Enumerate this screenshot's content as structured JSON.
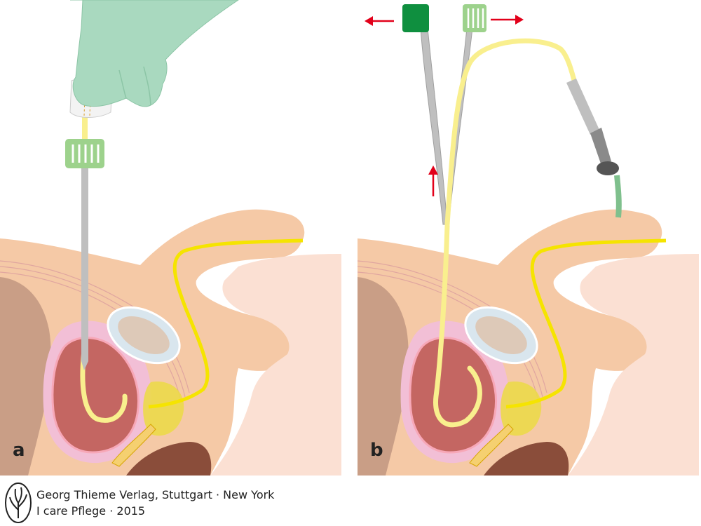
{
  "panels": [
    {
      "id": "a",
      "label": "a"
    },
    {
      "id": "b",
      "label": "b"
    }
  ],
  "footer": {
    "publisher_line": "Georg Thieme Verlag, Stuttgart · New York",
    "edition_line": "I care Pflege · 2015",
    "logo_icon": "thieme-tree-logo-icon"
  },
  "colors": {
    "skin": "#f5c9a6",
    "skin_light": "#fbe0d3",
    "bone": "#c99e86",
    "bladder_wall": "#f2bfd6",
    "bladder_lumen": "#c46662",
    "prostate": "#ecd94a",
    "catheter": "#f9ef8e",
    "cannula_gray": "#bfbfbf",
    "glove": "#a9d9bf",
    "connector_green": "#9dd28c",
    "valve_dark_green": "#0f8f3f",
    "arrow_red": "#e2001a",
    "urethra_yellow": "#f5e400",
    "rectum_brown": "#8a4d3a"
  }
}
